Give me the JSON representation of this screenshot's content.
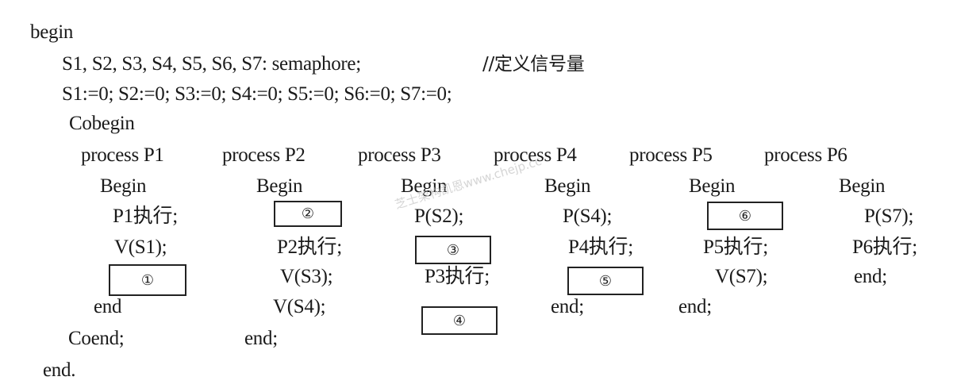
{
  "program": {
    "begin": "begin",
    "declaration": "S1, S2, S3, S4, S5, S6, S7: semaphore;",
    "declaration_comment": "//定义信号量",
    "initialization": "S1:=0; S2:=0; S3:=0; S4:=0; S5:=0; S6:=0; S7:=0;",
    "cobegin": "Cobegin",
    "coend": "Coend;",
    "end": "end."
  },
  "processes": [
    {
      "header": "process P1",
      "begin": "Begin",
      "lines": [
        "P1执行;",
        "V(S1);"
      ],
      "blank": "①",
      "end": "end"
    },
    {
      "header": "process P2",
      "begin": "Begin",
      "blank": "②",
      "lines": [
        "P2执行;",
        "V(S3);",
        "V(S4);"
      ],
      "end": "end;"
    },
    {
      "header": "process P3",
      "begin": "Begin",
      "lines": [
        "P(S2);"
      ],
      "blank": "③",
      "lines2": [
        "P3执行;"
      ],
      "blank2": "④"
    },
    {
      "header": "process P4",
      "begin": "Begin",
      "lines": [
        "P(S4);",
        "P4执行;"
      ],
      "blank": "⑤",
      "end": "end;"
    },
    {
      "header": "process P5",
      "begin": "Begin",
      "blank": "⑥",
      "lines": [
        "P5执行;",
        "V(S7);"
      ],
      "end": "end;"
    },
    {
      "header": "process P6",
      "begin": "Begin",
      "lines": [
        "P(S7);",
        "P6执行;"
      ],
      "end": "end;"
    }
  ],
  "watermark": "芝士架构凯恩www.chejp.cc"
}
